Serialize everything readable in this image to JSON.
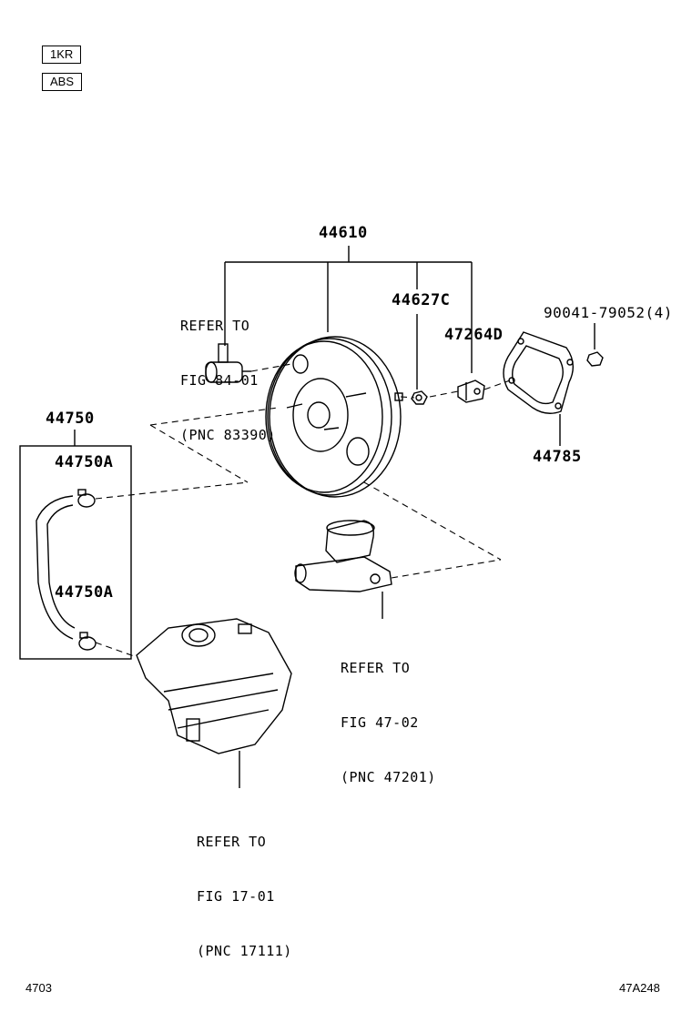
{
  "tags": [
    "1KR",
    "ABS"
  ],
  "parts": {
    "booster": "44610",
    "nut_44627": "44627C",
    "clevis": "47264D",
    "nut_90041": "90041-79052(4)",
    "gasket": "44785",
    "hose_assy": "44750",
    "clip_upper": "44750A",
    "clip_lower": "44750A"
  },
  "refs": {
    "switch": [
      "REFER TO",
      "FIG 84-01",
      "(PNC 83390)"
    ],
    "master_cylinder": [
      "REFER TO",
      "FIG 47-02",
      "(PNC 47201)"
    ],
    "manifold": [
      "REFER TO",
      "FIG 17-01",
      "(PNC 17111)"
    ]
  },
  "footer": {
    "left": "4703",
    "right": "47A248"
  }
}
